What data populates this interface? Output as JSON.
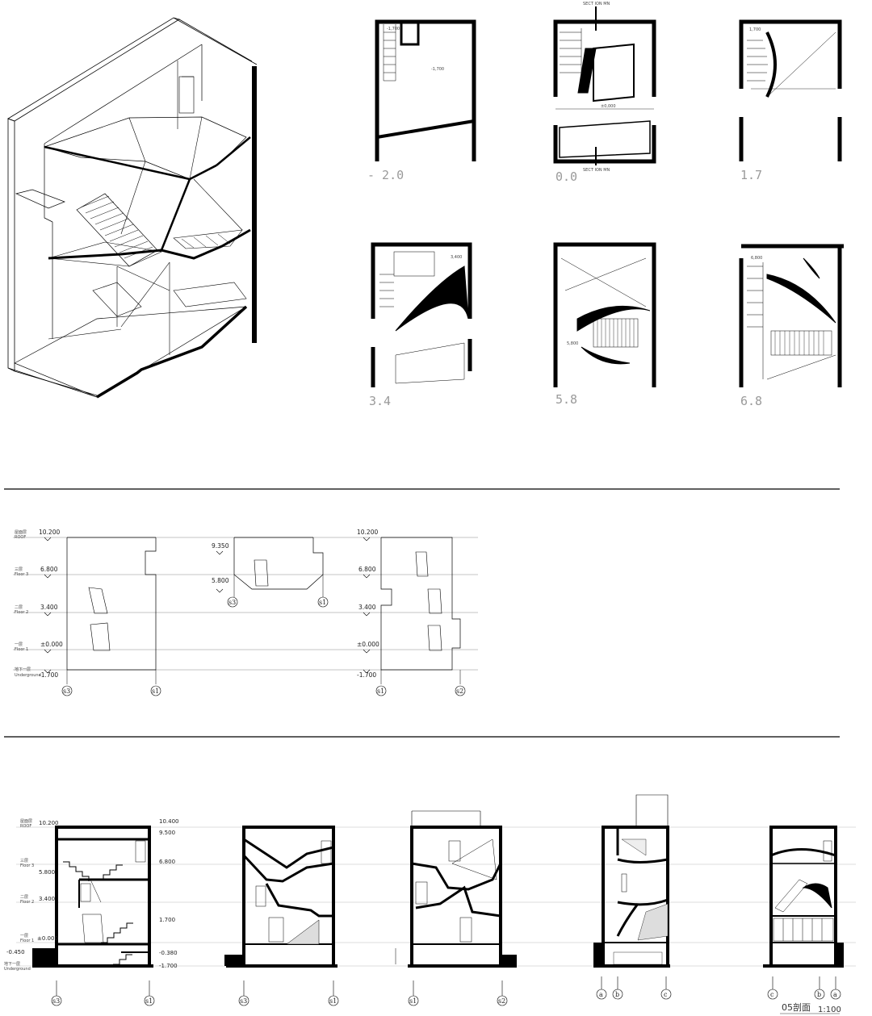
{
  "plans": {
    "levels": [
      "- 2.0",
      "0.0",
      "1.7",
      "3.4",
      "5.8",
      "6.8"
    ],
    "dims": [
      "-1,700",
      "-1,700",
      "±0,000",
      "1,700",
      "3,400",
      "5,800",
      "6,800"
    ],
    "cut_label": "SECT ION MN"
  },
  "elevations": {
    "floors": [
      {
        "cn": "屋面层",
        "en": "ROOF",
        "value": "10.200"
      },
      {
        "cn": "三层",
        "en": "Floor 3",
        "value": "6.800"
      },
      {
        "cn": "二层",
        "en": "Floor 2",
        "value": "3.400"
      },
      {
        "cn": "一层",
        "en": "Floor 1",
        "value": "±0.000"
      },
      {
        "cn": "地下一层",
        "en": "Underground",
        "value": "-1.700"
      }
    ],
    "mid": [
      "10.200",
      "6.800",
      "3.400",
      "±0.000",
      "-1.700"
    ],
    "extra": [
      "9.350",
      "5.800"
    ],
    "axes_a": [
      "s3",
      "s1"
    ],
    "axes_b": [
      "s3",
      "s1"
    ],
    "axes_c": [
      "s1",
      "s2"
    ]
  },
  "sections": {
    "left_levels": [
      {
        "cn": "屋面层",
        "en": "ROOF",
        "value": "10.200"
      },
      {
        "cn": "三层",
        "en": "Floor 3",
        "value": "5.800"
      },
      {
        "cn": "二层",
        "en": "Floor 2",
        "value": "3.400"
      },
      {
        "cn": "一层",
        "en": "Floor 1",
        "value": "±0.000"
      },
      {
        "cn": "地下一层",
        "en": "Underground",
        "value": "-0.450"
      }
    ],
    "right_levels": [
      "10.400",
      "9.500",
      "6.800",
      "1.700",
      "-0.380",
      "-1.700"
    ],
    "s1_axes": [
      "s3",
      "s1"
    ],
    "s2_axes": [
      "s3",
      "s1"
    ],
    "s3_axes": [
      "s1",
      "s2"
    ],
    "s4_axes": [
      "a",
      "b",
      "c"
    ],
    "s5_axes": [
      "c",
      "b",
      "a"
    ],
    "title": "05剖面",
    "scale": "1:100"
  }
}
